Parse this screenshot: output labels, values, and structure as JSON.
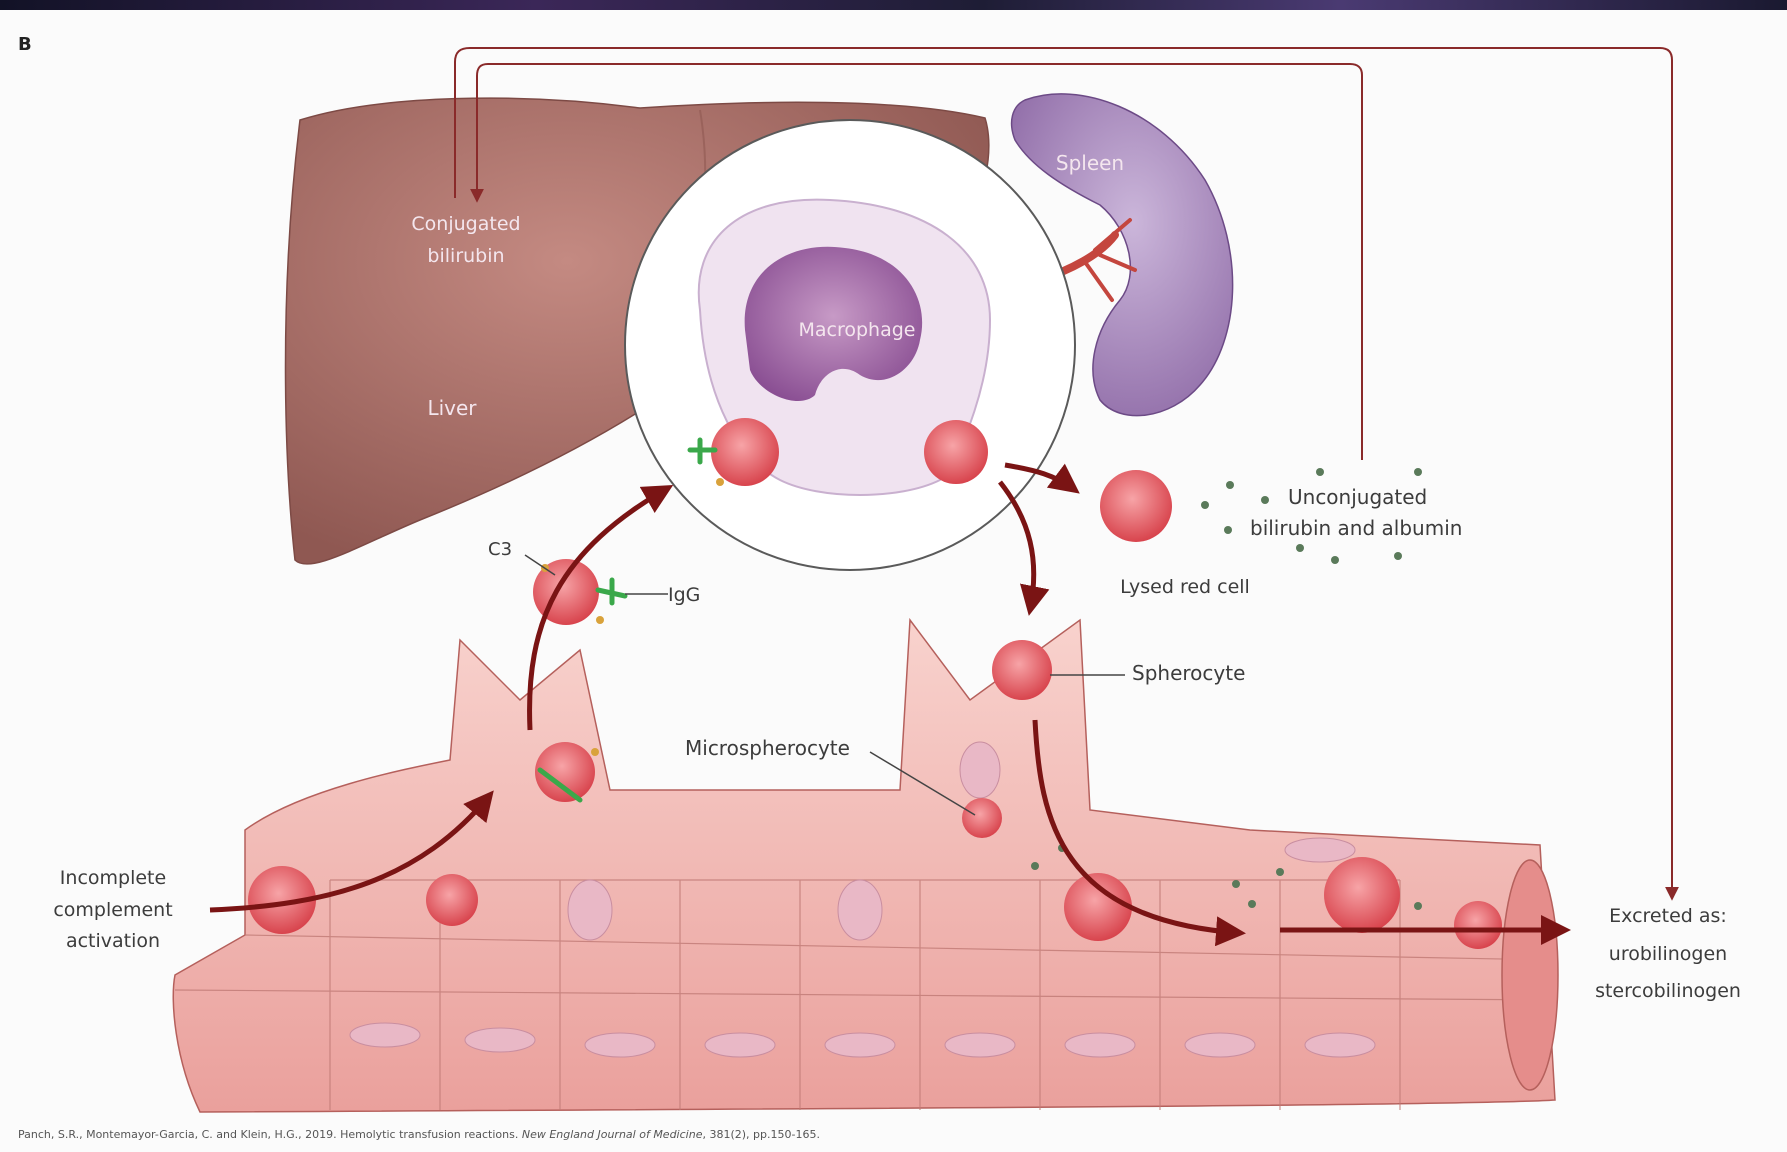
{
  "panel_letter": "B",
  "organs": {
    "liver": "Liver",
    "spleen": "Spleen",
    "macrophage": "Macrophage"
  },
  "labels": {
    "conjugated_line1": "Conjugated",
    "conjugated_line2": "bilirubin",
    "c3": "C3",
    "igg": "IgG",
    "lysed_red_cell": "Lysed red cell",
    "unconjugated_line1": "Unconjugated",
    "unconjugated_line2": "bilirubin and albumin",
    "spherocyte": "Spherocyte",
    "microspherocyte": "Microspherocyte",
    "incomplete_line1": "Incomplete",
    "incomplete_line2": "complement",
    "incomplete_line3": "activation",
    "excreted_line1": "Excreted as:",
    "excreted_line2": "urobilinogen",
    "excreted_line3": "stercobilinogen"
  },
  "citation": {
    "authors": "Panch, S.R., Montemayor-Garcia, C. and Klein, H.G., 2019. Hemolytic transfusion reactions. ",
    "journal": "New England Journal of Medicine",
    "rest": ", 381(2), pp.150-165."
  },
  "colors": {
    "arrow": "#7a1414",
    "liver": "#a9706a",
    "spleen": "#b59bc7",
    "vessel": "#f2b8b3",
    "red_cell": "#e0535b",
    "igg": "#3aa84a",
    "c3": "#d9a23b"
  }
}
